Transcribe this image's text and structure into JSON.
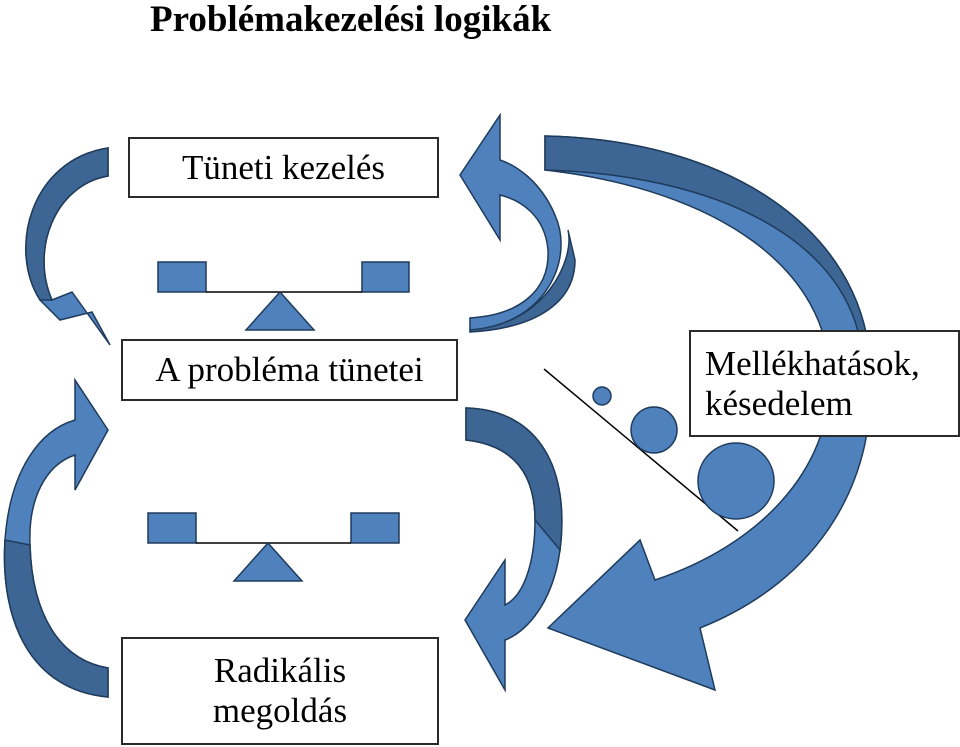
{
  "title": "Problémakezelési logikák",
  "boxes": {
    "symptomatic": "Tüneti kezelés",
    "symptoms": "A probléma tünetei",
    "side_effects": [
      "Mellékhatások,",
      "késedelem"
    ],
    "radical": [
      "Radikális",
      "megoldás"
    ]
  },
  "colors": {
    "arrow_light": "#4f81bd",
    "arrow_dark": "#3d6694",
    "outline": "#1f3b5c",
    "box_border": "#2b2b2b"
  }
}
